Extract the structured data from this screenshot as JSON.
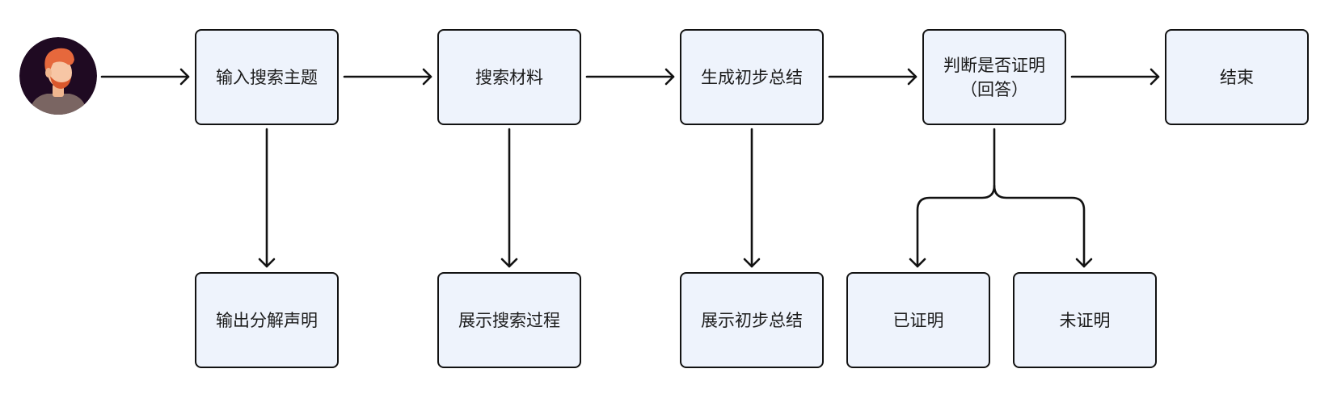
{
  "diagram": {
    "colors": {
      "node_fill": "#eef3fc",
      "node_border": "#121212",
      "connector": "#121212",
      "avatar_background": "#1f0a22",
      "avatar_hair": "#e6683c",
      "avatar_skin": "#f7c6a5",
      "avatar_shirt": "#7a6562"
    },
    "avatar": {
      "icon": "user-avatar-icon"
    },
    "nodes": {
      "input_topic": "输入搜索主题",
      "search_material": "搜索材料",
      "generate_summary": "生成初步总结",
      "judge_proof": "判断是否证明\n（回答）",
      "end": "结束",
      "output_claims": "输出分解声明",
      "show_search": "展示搜索过程",
      "show_summary": "展示初步总结",
      "proved": "已证明",
      "not_proved": "未证明"
    },
    "edges": [
      [
        "avatar",
        "input_topic"
      ],
      [
        "input_topic",
        "search_material"
      ],
      [
        "search_material",
        "generate_summary"
      ],
      [
        "generate_summary",
        "judge_proof"
      ],
      [
        "judge_proof",
        "end"
      ],
      [
        "input_topic",
        "output_claims"
      ],
      [
        "search_material",
        "show_search"
      ],
      [
        "generate_summary",
        "show_summary"
      ],
      [
        "judge_proof",
        "proved"
      ],
      [
        "judge_proof",
        "not_proved"
      ]
    ]
  }
}
